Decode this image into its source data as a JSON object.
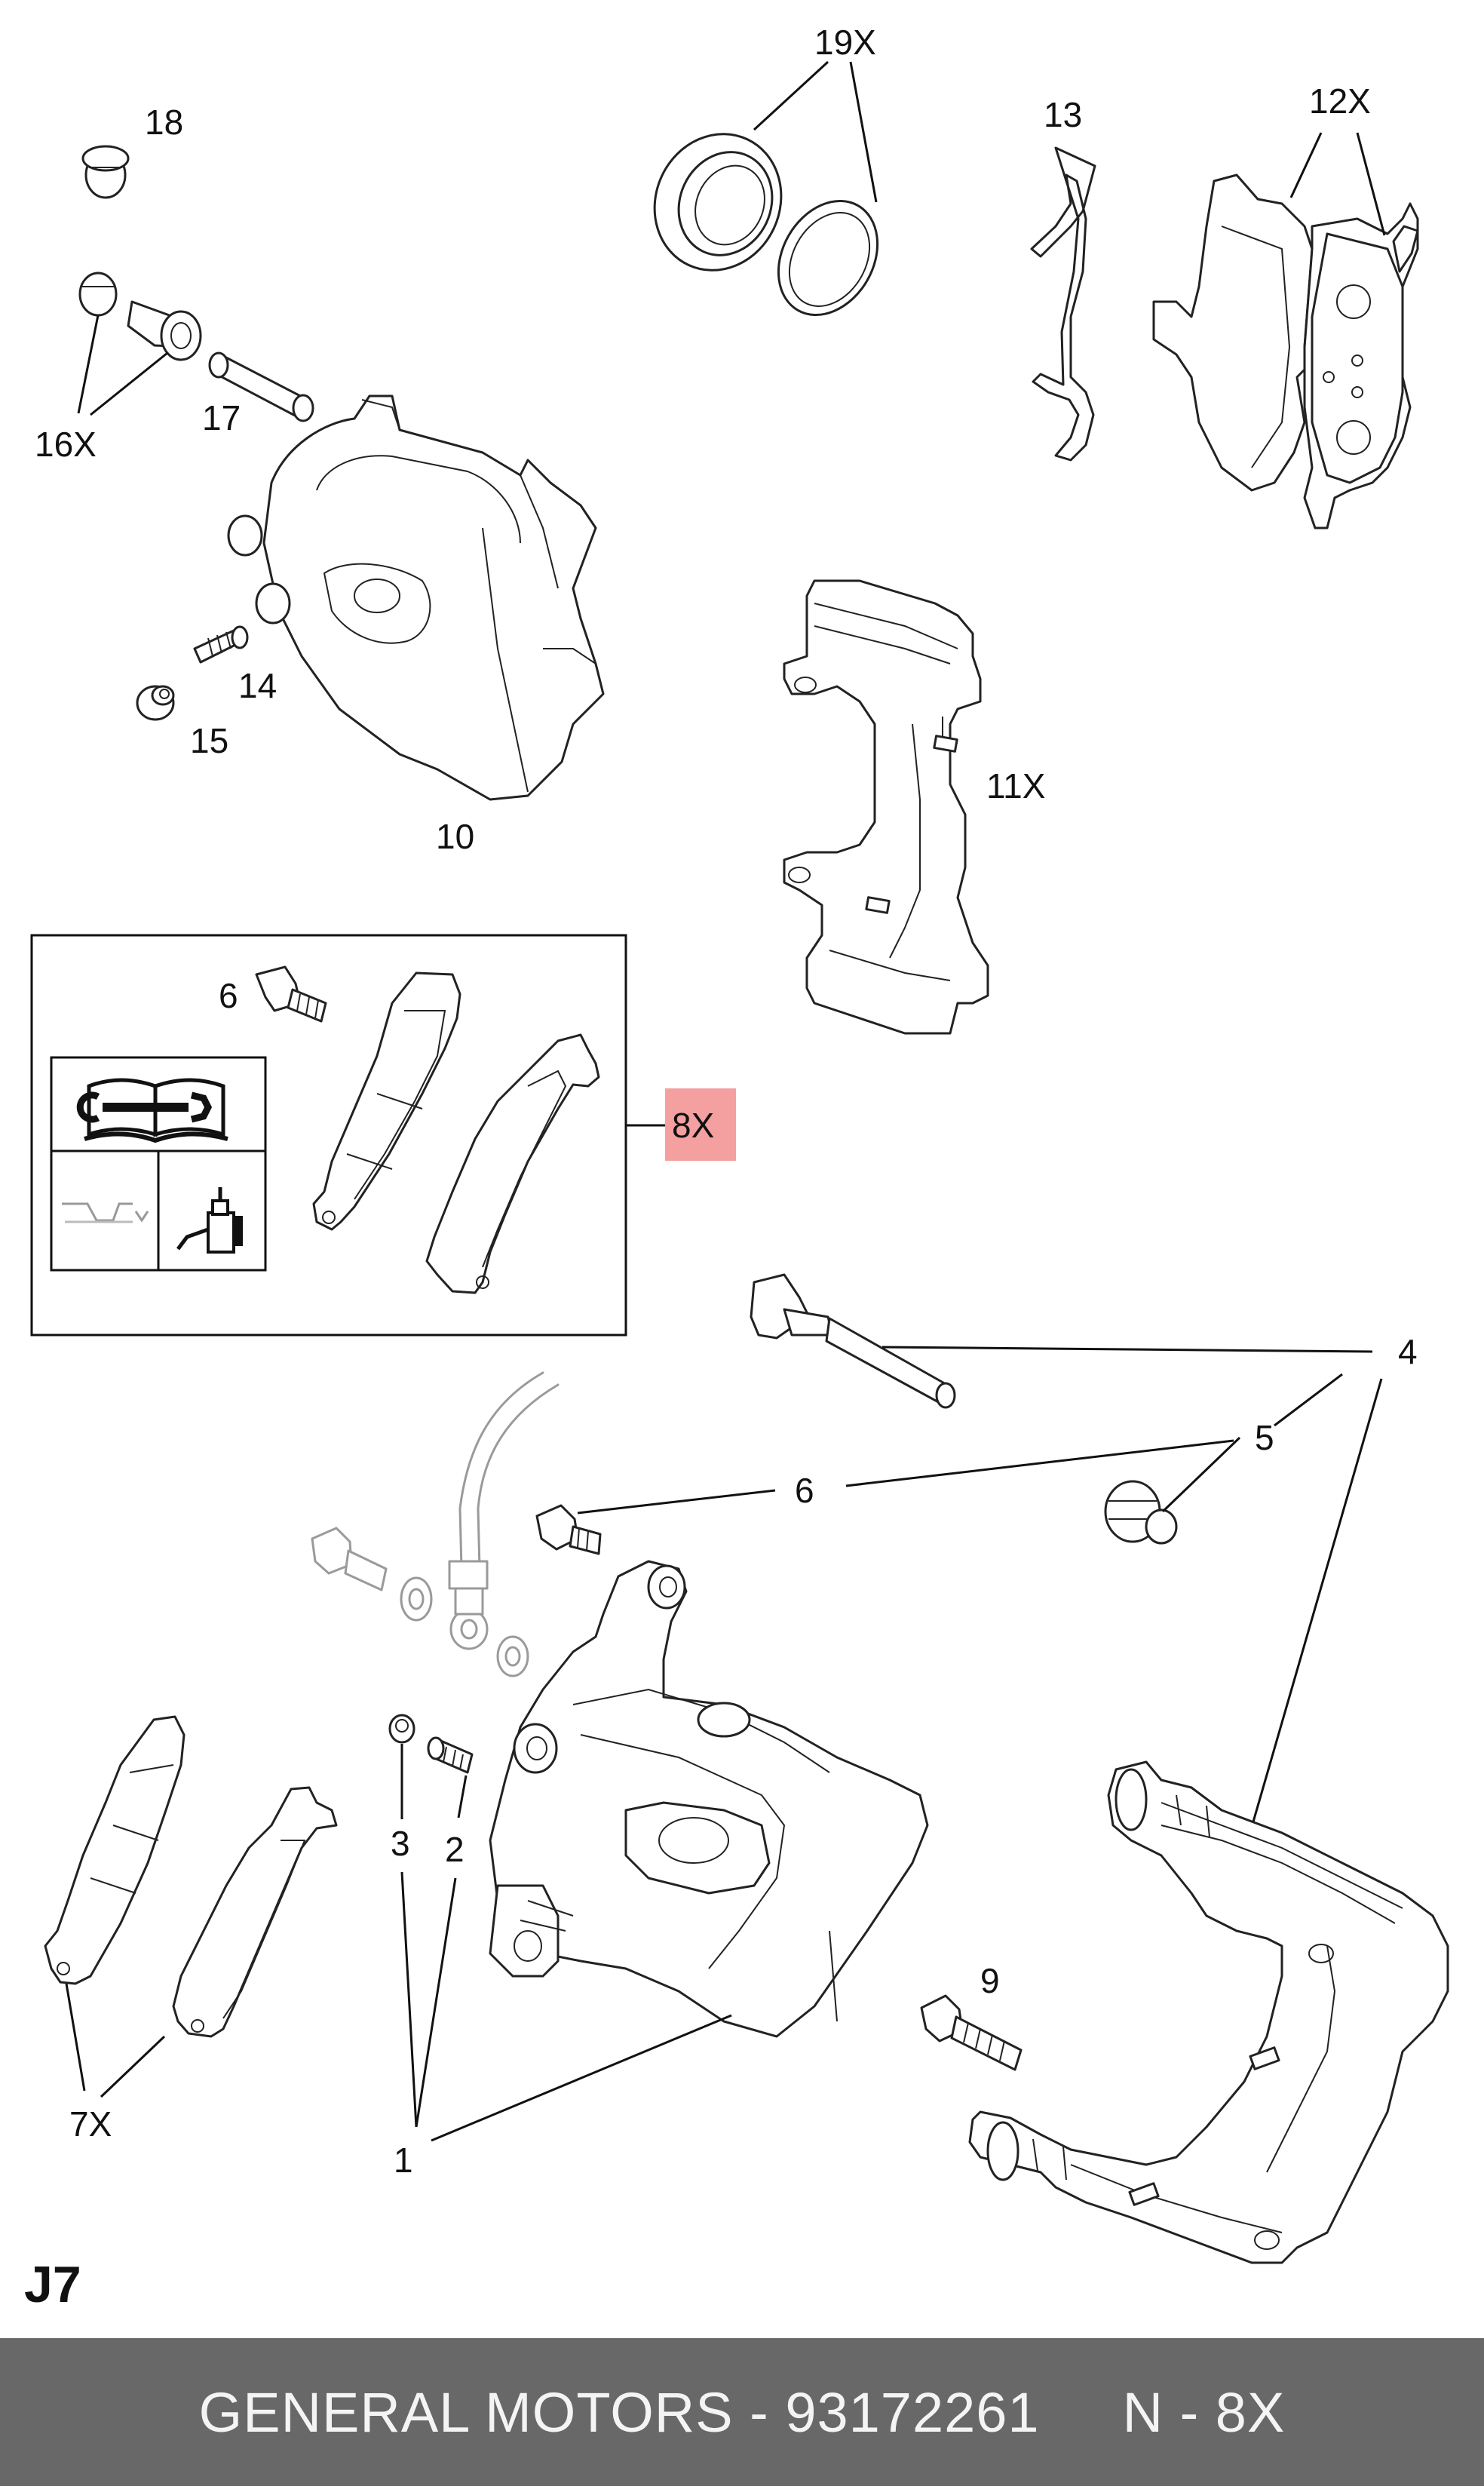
{
  "callouts": {
    "c1": "1",
    "c2": "2",
    "c3": "3",
    "c4": "4",
    "c5": "5",
    "c6a": "6",
    "c6b": "6",
    "c7x": "7X",
    "c8x": "8X",
    "c9": "9",
    "c10": "10",
    "c11x": "11X",
    "c12x": "12X",
    "c13": "13",
    "c14": "14",
    "c15": "15",
    "c16x": "16X",
    "c17": "17",
    "c18": "18",
    "c19x": "19X"
  },
  "section_code": "J7",
  "highlight_color": "#f4a0a0",
  "icons": [
    "manual-wrench-icon",
    "fluid-level-icon",
    "grease-gun-icon"
  ],
  "footer": {
    "brand_part": "GENERAL MOTORS - 93172261",
    "quantity": "N - 8X"
  }
}
